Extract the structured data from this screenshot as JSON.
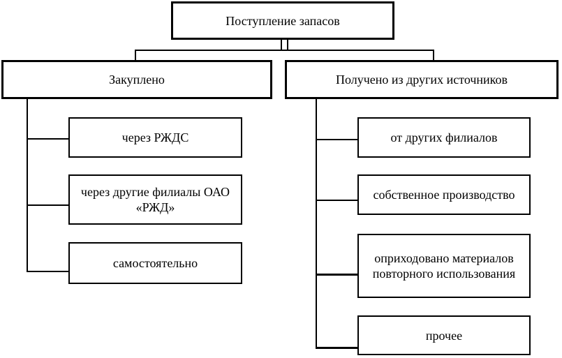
{
  "diagram": {
    "title": "Поступление запасов",
    "root": {
      "label": "Поступление запасов"
    },
    "branches": [
      {
        "label": "Закуплено",
        "children": [
          {
            "label": "через РЖДС"
          },
          {
            "label": "через другие филиалы ОАО «РЖД»"
          },
          {
            "label": "самостоятельно"
          }
        ]
      },
      {
        "label": "Получено из других источников",
        "children": [
          {
            "label": "от других филиалов"
          },
          {
            "label": "собственное производство"
          },
          {
            "label": "оприходовано материалов повторного использования"
          },
          {
            "label": "прочее"
          }
        ]
      }
    ],
    "colors": {
      "line": "#000000",
      "background": "#ffffff",
      "text": "#000000"
    }
  }
}
